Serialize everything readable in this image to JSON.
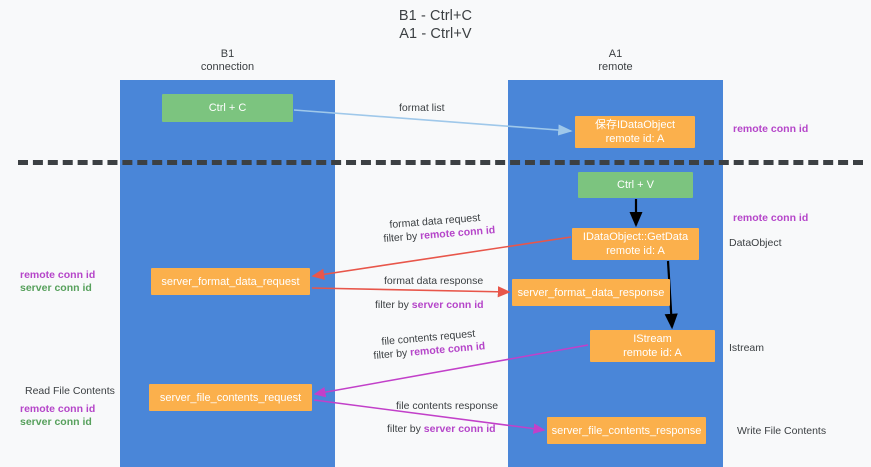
{
  "title": {
    "line1": "B1 - Ctrl+C",
    "line2": "A1 - Ctrl+V"
  },
  "lanes": [
    {
      "id": "b1",
      "name": "B1",
      "subtitle": "connection",
      "color": "#4a86d8"
    },
    {
      "id": "a1",
      "name": "A1",
      "subtitle": "remote",
      "color": "#4a86d8"
    }
  ],
  "nodes": {
    "ctrl_c": {
      "line1": "Ctrl + C",
      "color": "#7cc47f"
    },
    "save_dataobject": {
      "line1": "保存IDataObject",
      "line2": "remote id: A",
      "color": "#fbb04c"
    },
    "ctrl_v": {
      "line1": "Ctrl + V",
      "color": "#7cc47f"
    },
    "getdata": {
      "line1": "IDataObject::GetData",
      "line2": "remote id: A",
      "color": "#fbb04c"
    },
    "server_format_data_request": {
      "line1": "server_format_data_request",
      "color": "#fbb04c"
    },
    "server_format_data_response": {
      "line1": "server_format_data_response",
      "color": "#fbb04c"
    },
    "istream": {
      "line1": "IStream",
      "line2": "remote id: A",
      "color": "#fbb04c"
    },
    "server_file_contents_request": {
      "line1": "server_file_contents_request",
      "color": "#fbb04c"
    },
    "server_file_contents_response": {
      "line1": "server_file_contents_response",
      "color": "#fbb04c"
    }
  },
  "edge_labels": {
    "format_list": "format list",
    "format_data_request": "format data request",
    "format_data_request_filter_prefix": "filter by ",
    "format_data_request_filter_key": "remote conn id",
    "format_data_response": "format data response",
    "format_data_response_filter_prefix": "filter by ",
    "format_data_response_filter_key": "server conn id",
    "file_contents_request": "file contents request",
    "file_contents_request_filter_prefix": "filter by ",
    "file_contents_request_filter_key": "remote conn id",
    "file_contents_response": "file contents response",
    "file_contents_response_filter_prefix": "filter by ",
    "file_contents_response_filter_key": "server conn id"
  },
  "side_labels": {
    "right_remote_conn_id_top": "remote conn id",
    "right_remote_conn_id_mid": "remote conn id",
    "right_dataobject": "DataObject",
    "right_istream": "Istream",
    "right_write_file_contents": "Write File Contents",
    "left_remote_conn_id_1": "remote conn id",
    "left_server_conn_id_1": "server conn id",
    "left_read_file_contents": "Read File Contents",
    "left_remote_conn_id_2": "remote conn id",
    "left_server_conn_id_2": "server conn id"
  },
  "colors": {
    "lane": "#4a86d8",
    "green_node": "#7cc47f",
    "orange_node": "#fbb04c",
    "purple_text": "#b545c9",
    "green_text": "#57a05c",
    "red_arrow": "#e8564a",
    "magenta_arrow": "#c240c9",
    "lightblue_arrow": "#9fc8ea",
    "black_arrow": "#000000",
    "divider": "#3c4043",
    "background": "#f8f9fa"
  }
}
